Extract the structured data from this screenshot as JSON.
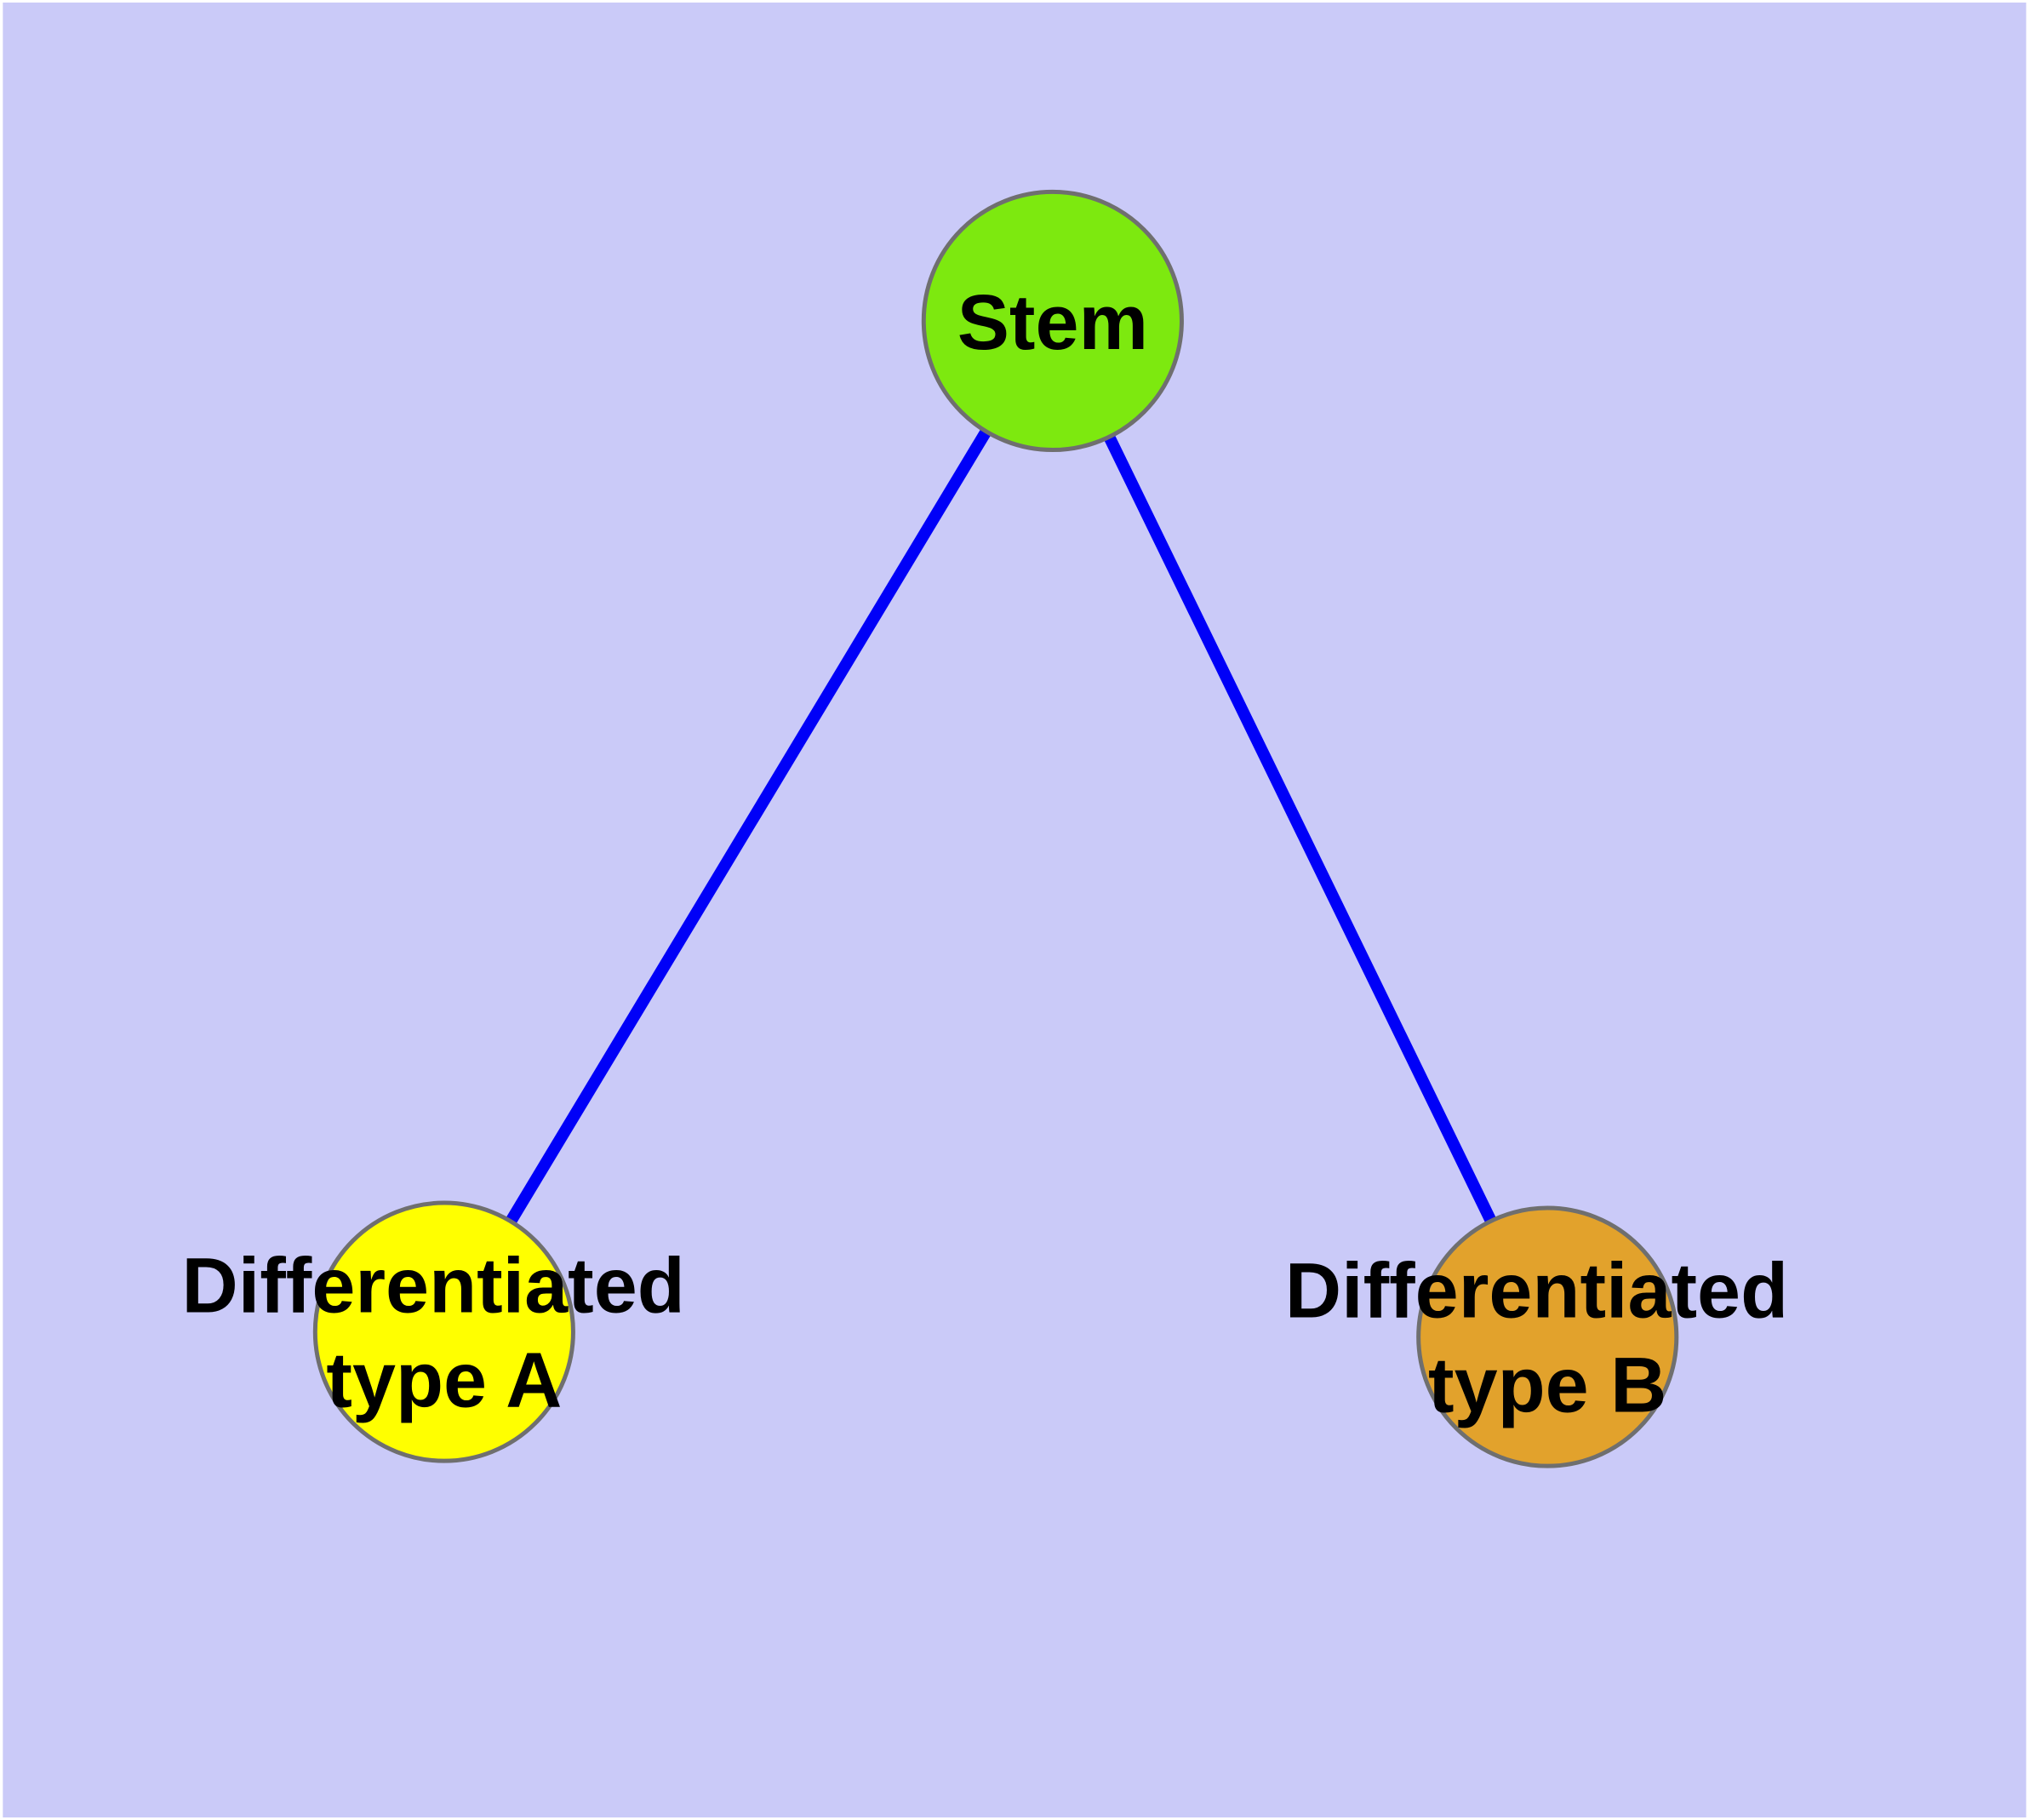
{
  "diagram": {
    "background_color": "#CACAF8",
    "frame_color": "#FFFFFF",
    "edge_color": "#0000F8",
    "node_border_color": "#6F6F6F",
    "label_color": "#000000",
    "nodes": [
      {
        "id": "stem",
        "lines": [
          "Stem"
        ],
        "fill": "#7DE90F"
      },
      {
        "id": "differentiated-type-a",
        "lines": [
          "Differentiated",
          "type A"
        ],
        "fill": "#FFFF00"
      },
      {
        "id": "differentiated-type-b",
        "lines": [
          "Differentiated",
          "type B"
        ],
        "fill": "#E2A22C"
      }
    ],
    "edges": [
      {
        "from": "Stem",
        "to": "Differentiated type A"
      },
      {
        "from": "Stem",
        "to": "Differentiated type B"
      }
    ]
  }
}
